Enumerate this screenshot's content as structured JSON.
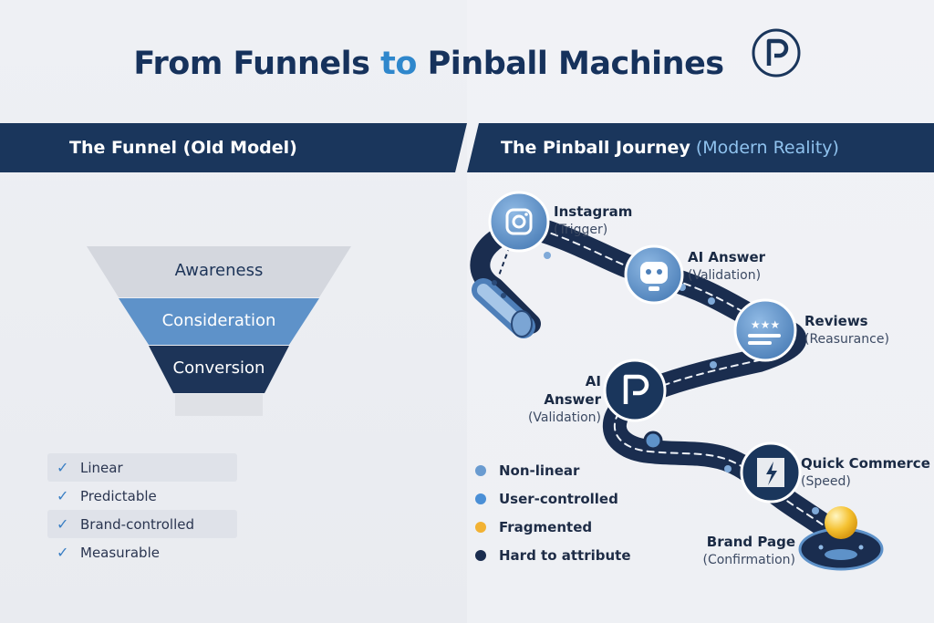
{
  "title": {
    "part1": "From Funnels ",
    "accent": "to",
    "part2": " Pinball Machines"
  },
  "left": {
    "header": "The Funnel (Old Model)",
    "funnel": [
      "Awareness",
      "Consideration",
      "Conversion"
    ],
    "traits": [
      "Linear",
      "Predictable",
      "Brand-controlled",
      "Measurable"
    ]
  },
  "right": {
    "header": "The Pinball Journey",
    "header_accent": "(Modern Reality)",
    "nodes": [
      {
        "name": "Instagram",
        "role": "(Trigger)"
      },
      {
        "name": "AI Answer",
        "role": "(Validation)"
      },
      {
        "name": "Reviews",
        "role": "(Reasurance)"
      },
      {
        "name": "AI Answer",
        "role": "(Validation)"
      },
      {
        "name": "Quick Commerce",
        "role": "(Speed)"
      },
      {
        "name": "Brand Page",
        "role": "(Confirmation)"
      }
    ],
    "legend": [
      {
        "label": "Non-linear",
        "color": "#6a9bd0"
      },
      {
        "label": "User-controlled",
        "color": "#4a8fd6"
      },
      {
        "label": "Fragmented",
        "color": "#f2b233"
      },
      {
        "label": "Hard to attribute",
        "color": "#1a2d4f"
      }
    ]
  },
  "colors": {
    "navy": "#1a365c",
    "accent_blue": "#2f87cc",
    "funnel_top": "#d4d7de",
    "funnel_mid": "#5e92c9",
    "funnel_bottom": "#1d3458"
  }
}
